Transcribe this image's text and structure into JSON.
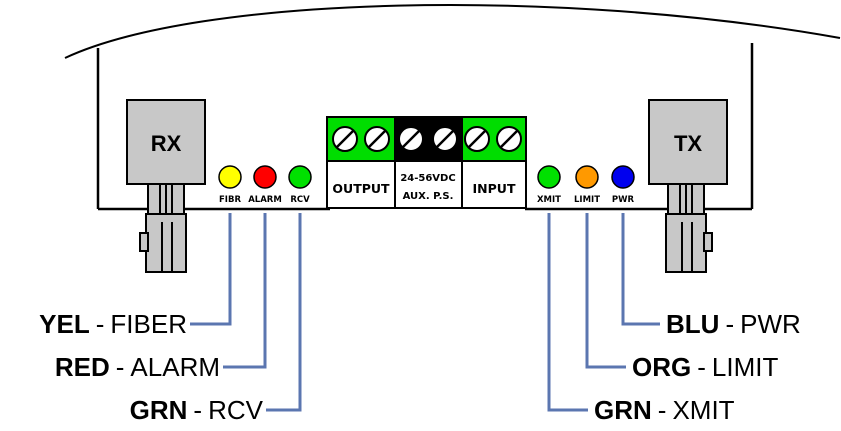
{
  "ports": {
    "rx": "RX",
    "tx": "TX"
  },
  "terminals": {
    "output": "OUTPUT",
    "power_line1": "24-56VDC",
    "power_line2": "AUX. P.S.",
    "input": "INPUT"
  },
  "leds": [
    {
      "label": "FIBR",
      "color": "#ffff00"
    },
    {
      "label": "ALARM",
      "color": "#ff0000"
    },
    {
      "label": "RCV",
      "color": "#00e000"
    },
    {
      "label": "XMIT",
      "color": "#00e000"
    },
    {
      "label": "LIMIT",
      "color": "#ff9900"
    },
    {
      "label": "PWR",
      "color": "#0000ee"
    }
  ],
  "legend": [
    {
      "code": "YEL",
      "sep": "-",
      "name": "FIBER"
    },
    {
      "code": "RED",
      "sep": "-",
      "name": "ALARM"
    },
    {
      "code": "GRN",
      "sep": "-",
      "name": "RCV"
    },
    {
      "code": "BLU",
      "sep": "-",
      "name": "PWR"
    },
    {
      "code": "ORG",
      "sep": "-",
      "name": "LIMIT"
    },
    {
      "code": "GRN",
      "sep": "-",
      "name": "XMIT"
    }
  ],
  "colors": {
    "leader_line": "#5b76b0",
    "terminal_green": "#00dd00",
    "terminal_black": "#000000",
    "port_fill": "#c8c8c8"
  }
}
